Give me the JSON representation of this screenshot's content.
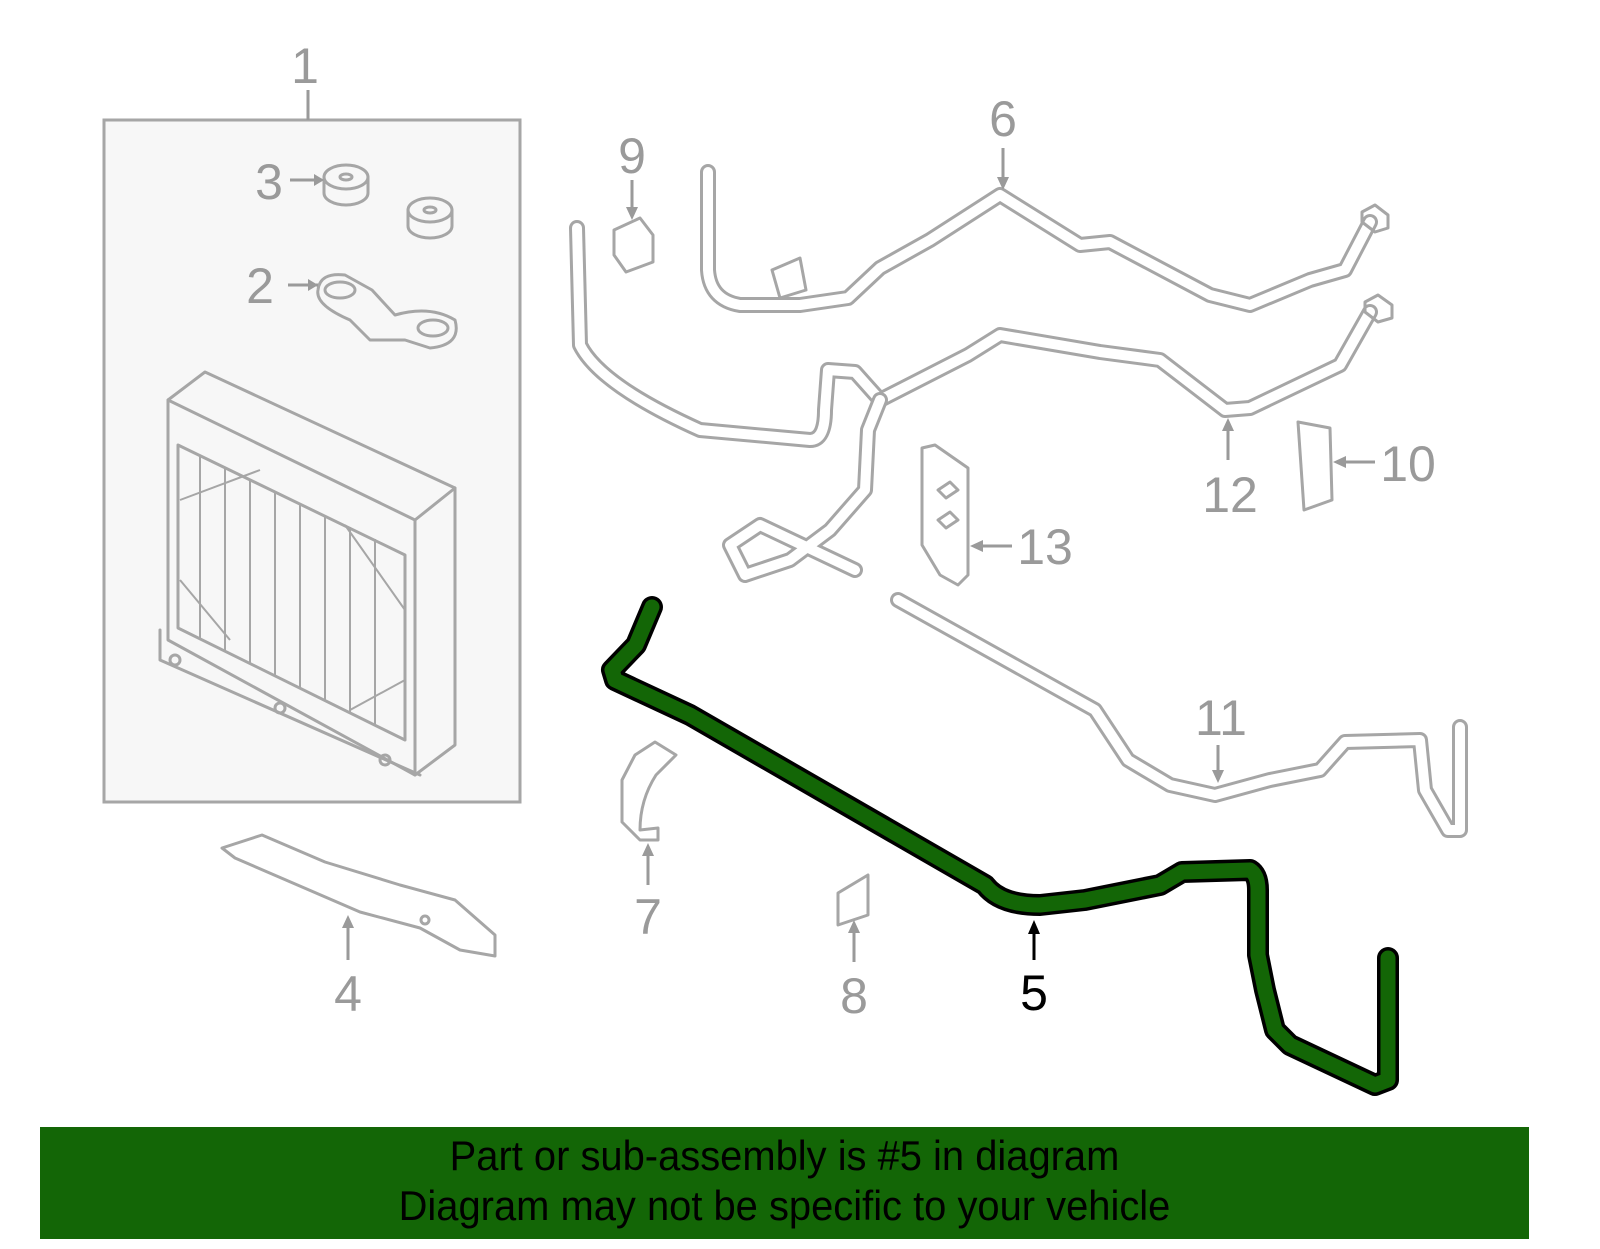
{
  "diagram": {
    "highlighted_part": "5",
    "highlight_color": "#136606",
    "callouts": [
      "1",
      "2",
      "3",
      "4",
      "5",
      "6",
      "7",
      "8",
      "9",
      "10",
      "11",
      "12",
      "13"
    ]
  },
  "banner": {
    "line1": "Part or sub-assembly is #5 in diagram",
    "line2": "Diagram may not be specific to your vehicle"
  }
}
